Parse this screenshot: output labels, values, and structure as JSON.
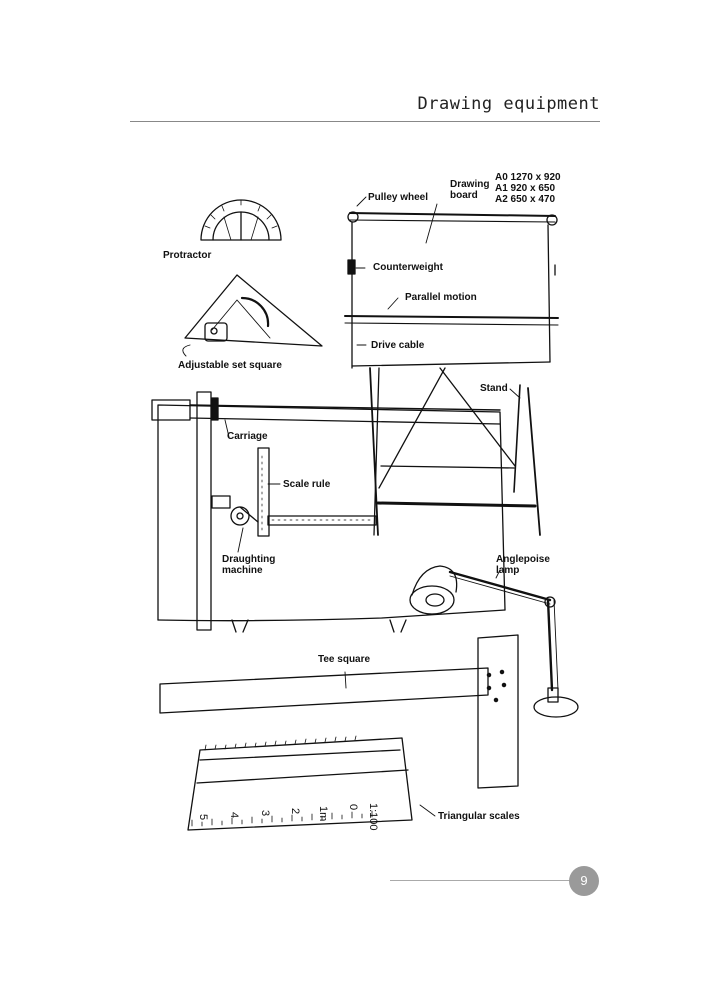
{
  "header": {
    "title": "Drawing equipment"
  },
  "labels": {
    "drawing_board": "Drawing\nboard",
    "board_sizes": [
      "A0 1270 x 920",
      "A1 920 x 650",
      "A2 650 x 470"
    ],
    "pulley_wheel": "Pulley wheel",
    "protractor": "Protractor",
    "counterweight": "Counterweight",
    "parallel_motion": "Parallel motion",
    "adjustable_set_square": "Adjustable set square",
    "drive_cable": "Drive cable",
    "stand": "Stand",
    "carriage": "Carriage",
    "scale_rule": "Scale rule",
    "draughting_machine": "Draughting\nmachine",
    "anglepoise_lamp": "Anglepoise\nlamp",
    "tee_square": "Tee square",
    "triangular_scales": "Triangular scales"
  },
  "scale_marks": [
    "5",
    "4",
    "3",
    "2",
    "1m",
    "0",
    "1:100"
  ],
  "footer": {
    "page_number": "9"
  }
}
